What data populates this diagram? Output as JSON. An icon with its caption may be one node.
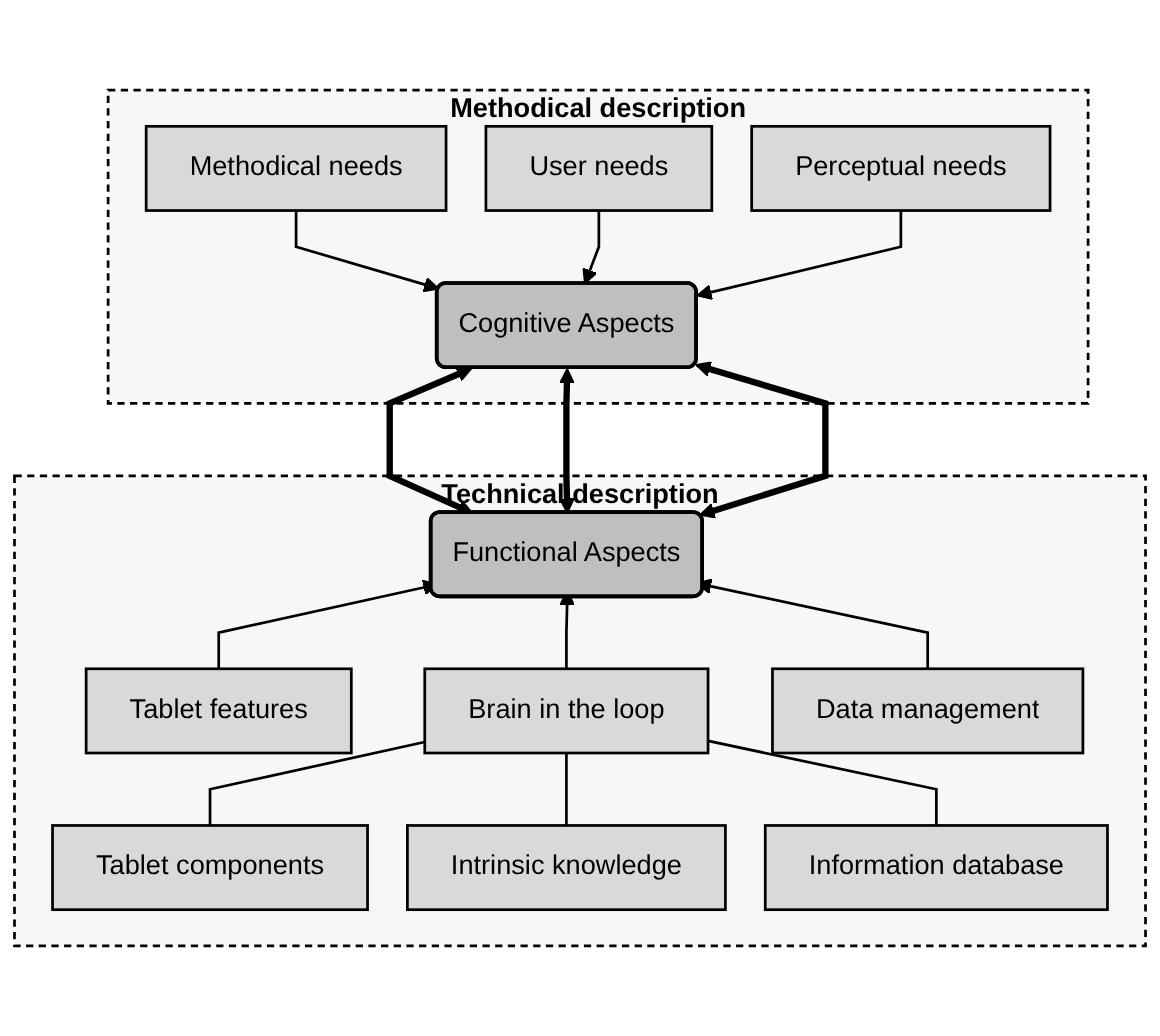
{
  "diagram": {
    "nodes": [
      {
        "text": [
          "Methodical description"
        ]
      },
      {
        "text": [
          "Methodical needs"
        ],
        "in": 0
      },
      {
        "text": [
          "User needs"
        ],
        "in": 0
      },
      {
        "text": [
          "Perceptual needs"
        ],
        "in": 0
      },
      {
        "text": [
          "Cognitive Aspects"
        ],
        "in": 0
      },
      {
        "text": [
          "Technical description"
        ]
      },
      {
        "text": [
          "Functional Aspects"
        ],
        "in": 5
      },
      {
        "text": [
          "Tablet features"
        ],
        "in": 5
      },
      {
        "text": [
          "Brain in the loop"
        ],
        "in": 5
      },
      {
        "text": [
          "Data management"
        ],
        "in": 5
      },
      {
        "text": [
          "Tablet components"
        ],
        "in": 5
      },
      {
        "text": [
          "Intrinsic knowledge"
        ],
        "in": 5
      },
      {
        "text": [
          "Information database"
        ],
        "in": 5
      }
    ],
    "edges": [
      {
        "from": 1,
        "to": 4,
        "arrow": "to"
      },
      {
        "from": 2,
        "to": 4,
        "arrow": "to"
      },
      {
        "from": 3,
        "to": 4,
        "arrow": "to"
      },
      {
        "from": 4,
        "to": 6,
        "arrow": "both",
        "style": "thick"
      },
      {
        "from": 4,
        "to": 6,
        "arrow": "both",
        "style": "thick"
      },
      {
        "from": 4,
        "to": 6,
        "arrow": "both",
        "style": "thick"
      },
      {
        "from": 7,
        "to": 6,
        "arrow": "to"
      },
      {
        "from": 8,
        "to": 6,
        "arrow": "to"
      },
      {
        "from": 9,
        "to": 6,
        "arrow": "to"
      },
      {
        "from": 10,
        "to": 8,
        "arrow": "none"
      },
      {
        "from": 11,
        "to": 8,
        "arrow": "none"
      },
      {
        "from": 12,
        "to": 8,
        "arrow": "none"
      }
    ]
  }
}
